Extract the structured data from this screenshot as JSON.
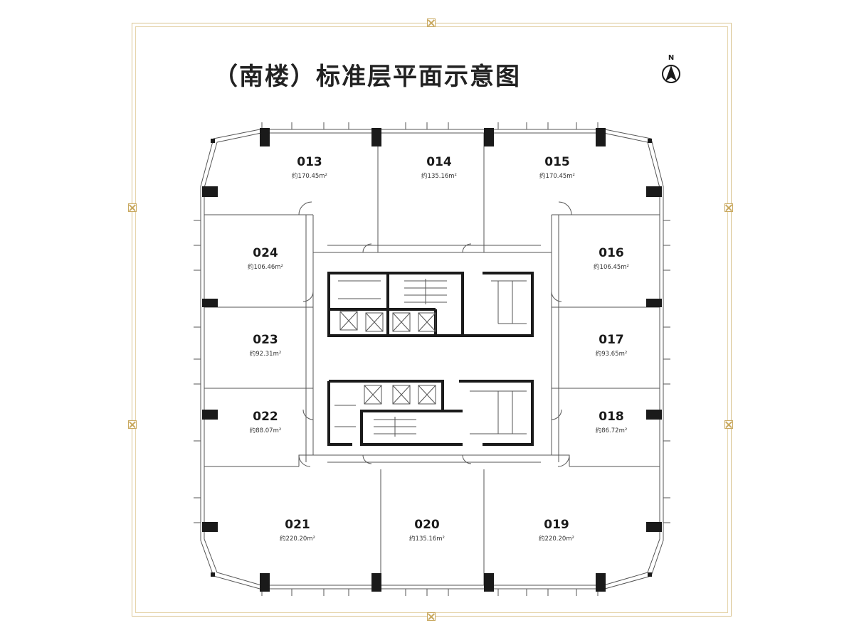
{
  "title": "（南楼）标准层平面示意图",
  "compass": {
    "label": "N",
    "icon": "north-arrow-icon"
  },
  "colors": {
    "frame": "#c9a960",
    "wall": "#1a1a1a",
    "column": "#1a1a1a"
  },
  "units": [
    {
      "no": "013",
      "area": "约170.45m²"
    },
    {
      "no": "014",
      "area": "约135.16m²"
    },
    {
      "no": "015",
      "area": "约170.45m²"
    },
    {
      "no": "024",
      "area": "约106.46m²"
    },
    {
      "no": "016",
      "area": "约106.45m²"
    },
    {
      "no": "023",
      "area": "约92.31m²"
    },
    {
      "no": "017",
      "area": "约93.65m²"
    },
    {
      "no": "022",
      "area": "约88.07m²"
    },
    {
      "no": "018",
      "area": "约86.72m²"
    },
    {
      "no": "021",
      "area": "约220.20m²"
    },
    {
      "no": "020",
      "area": "约135.16m²"
    },
    {
      "no": "019",
      "area": "约220.20m²"
    }
  ]
}
